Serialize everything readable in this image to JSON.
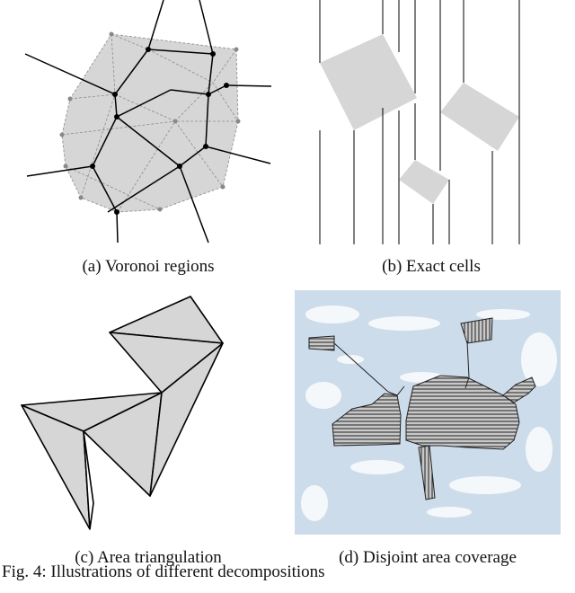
{
  "figure": {
    "panels": [
      {
        "id": "a",
        "caption": "(a) Voronoi regions"
      },
      {
        "id": "b",
        "caption": "(b) Exact cells"
      },
      {
        "id": "c",
        "caption": "(c) Area triangulation"
      },
      {
        "id": "d",
        "caption": "(d) Disjoint area coverage"
      }
    ],
    "caption": "Fig. 4: Illustrations of different decompositions"
  },
  "colors": {
    "region_fill": "#d6d6d6",
    "edge": "#000000",
    "map_water": "#cddceb",
    "map_land": "#ffffff"
  }
}
